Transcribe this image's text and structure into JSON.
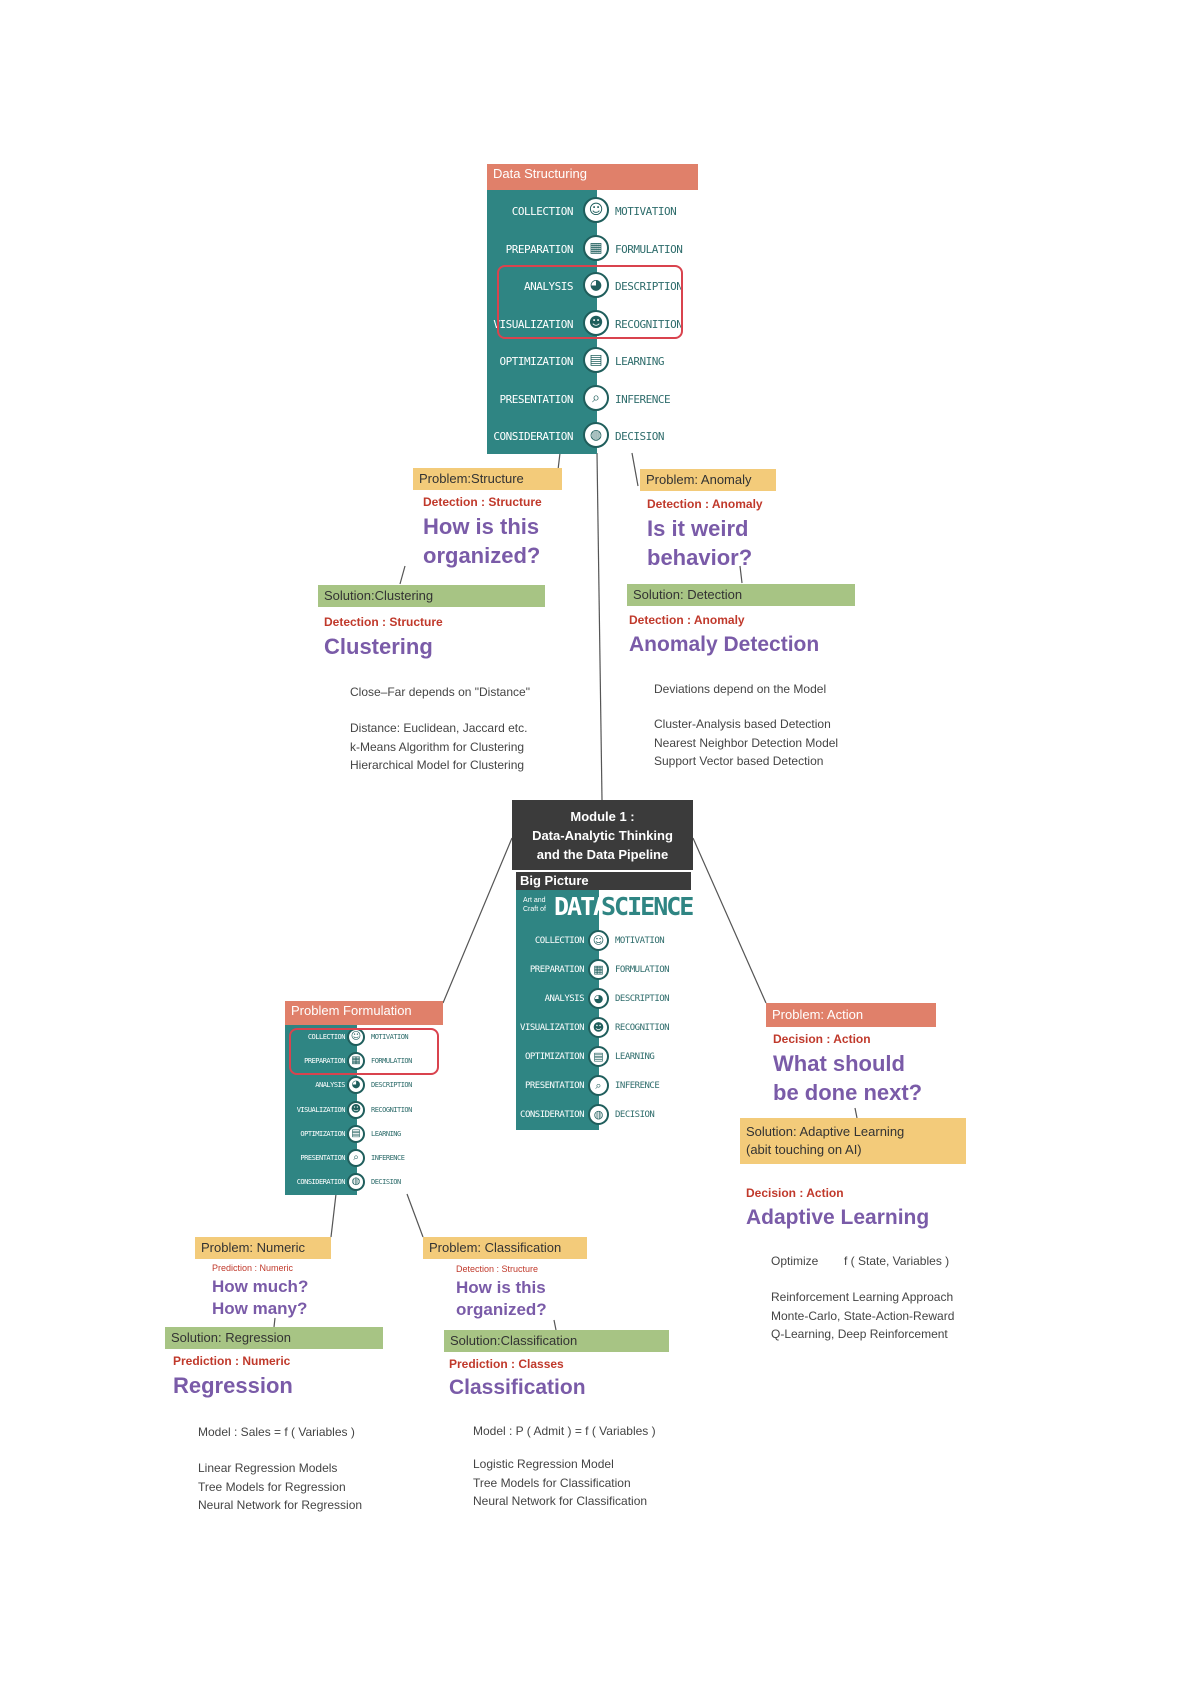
{
  "pipeline_rows": [
    {
      "left": "COLLECTION",
      "right": "MOTIVATION",
      "icon": "face-icon",
      "glyph": "☺"
    },
    {
      "left": "PREPARATION",
      "right": "FORMULATION",
      "icon": "table-icon",
      "glyph": "▦"
    },
    {
      "left": "ANALYSIS",
      "right": "DESCRIPTION",
      "icon": "pie-chart-icon",
      "glyph": "◕"
    },
    {
      "left": "VISUALIZATION",
      "right": "RECOGNITION",
      "icon": "head-icon",
      "glyph": "☻"
    },
    {
      "left": "OPTIMIZATION",
      "right": "LEARNING",
      "icon": "chart-icon",
      "glyph": "▤"
    },
    {
      "left": "PRESENTATION",
      "right": "INFERENCE",
      "icon": "magnifier-icon",
      "glyph": "⌕"
    },
    {
      "left": "CONSIDERATION",
      "right": "DECISION",
      "icon": "brain-icon",
      "glyph": "◍"
    }
  ],
  "top_panel": {
    "header": "Data Structuring"
  },
  "structure": {
    "problem": "Problem:Structure",
    "detection": "Detection : Structure",
    "question": [
      "How is this",
      "organized?"
    ],
    "solution": "Solution:Clustering",
    "sol_detection": "Detection : Structure",
    "title": "Clustering",
    "note": "Close–Far depends on \"Distance\"",
    "items": [
      "Distance: Euclidean, Jaccard etc.",
      "k-Means Algorithm for Clustering",
      "Hierarchical Model for Clustering"
    ]
  },
  "anomaly": {
    "problem": "Problem: Anomaly",
    "detection": "Detection : Anomaly",
    "question": [
      "Is it weird",
      "behavior?"
    ],
    "solution": "Solution: Detection",
    "sol_detection": "Detection : Anomaly",
    "title": "Anomaly Detection",
    "note": "Deviations depend on the Model",
    "items": [
      "Cluster-Analysis based Detection",
      "Nearest Neighbor Detection Model",
      "Support Vector based Detection"
    ]
  },
  "module": {
    "title_lines": [
      "Module 1 :",
      "Data-Analytic Thinking",
      "and the Data Pipeline"
    ],
    "big_picture": "Big Picture",
    "art_line1": "Art and",
    "art_line2": "Craft of",
    "data": "DATA",
    "science": "SCIENCE"
  },
  "formulation": {
    "header": "Problem Formulation"
  },
  "action": {
    "problem": "Problem: Action",
    "decision": "Decision : Action",
    "question": [
      "What should",
      "be done next?"
    ],
    "solution_lines": [
      "Solution: Adaptive Learning",
      "(abit touching on AI)"
    ],
    "sol_decision": "Decision : Action",
    "title": "Adaptive Learning",
    "optimize_label": "Optimize",
    "optimize_formula": "f ( State, Variables )",
    "items": [
      "Reinforcement Learning Approach",
      "Monte-Carlo, State-Action-Reward",
      "Q-Learning, Deep Reinforcement"
    ]
  },
  "numeric": {
    "problem": "Problem: Numeric",
    "prediction": "Prediction : Numeric",
    "question": [
      "How much?",
      "How many?"
    ],
    "solution": "Solution: Regression",
    "sol_prediction": "Prediction : Numeric",
    "title": "Regression",
    "model": "Model :  Sales = f ( Variables )",
    "items": [
      "Linear Regression Models",
      "Tree Models for Regression",
      "Neural Network for Regression"
    ]
  },
  "classification": {
    "problem": "Problem: Classification",
    "detection": "Detection : Structure",
    "question": [
      "How is this",
      "organized?"
    ],
    "solution": "Solution:Classification",
    "sol_prediction": "Prediction : Classes",
    "title": "Classification",
    "model": "Model :  P ( Admit ) = f ( Variables )",
    "items": [
      "Logistic Regression Model",
      "Tree Models for Classification",
      "Neural Network for Classification"
    ]
  }
}
